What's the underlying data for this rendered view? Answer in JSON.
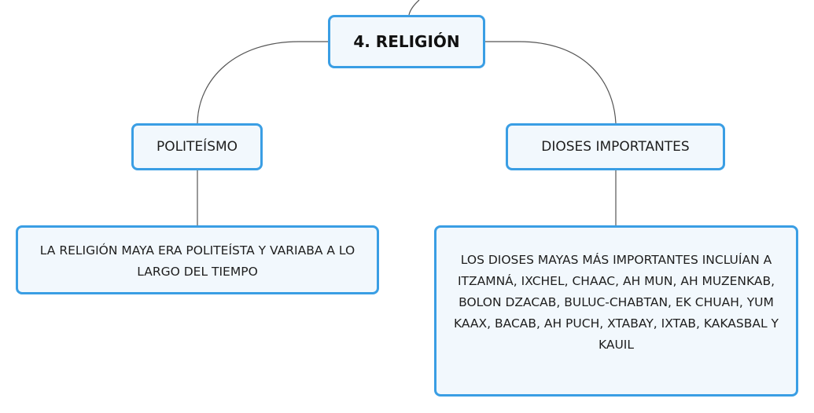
{
  "mindmap": {
    "root": {
      "label": "4. RELIGIÓN"
    },
    "topics": [
      {
        "label": "POLITEÍSMO",
        "detail": "LA RELIGIÓN MAYA ERA POLITEÍSTA Y VARIABA A LO LARGO DEL TIEMPO"
      },
      {
        "label": "DIOSES IMPORTANTES",
        "detail": "LOS DIOSES MAYAS MÁS IMPORTANTES INCLUÍAN A ITZAMNÁ, IXCHEL, CHAAC, AH MUN, AH MUZENKAB, BOLON DZACAB, BULUC-CHABTAN, EK CHUAH, YUM KAAX, BACAB, AH PUCH, XTABAY, IXTAB, KAKASBAL Y KAUIL"
      }
    ]
  },
  "colors": {
    "node_border": "#3a9ee4",
    "node_fill": "#f2f8fd",
    "connector": "#555555"
  }
}
